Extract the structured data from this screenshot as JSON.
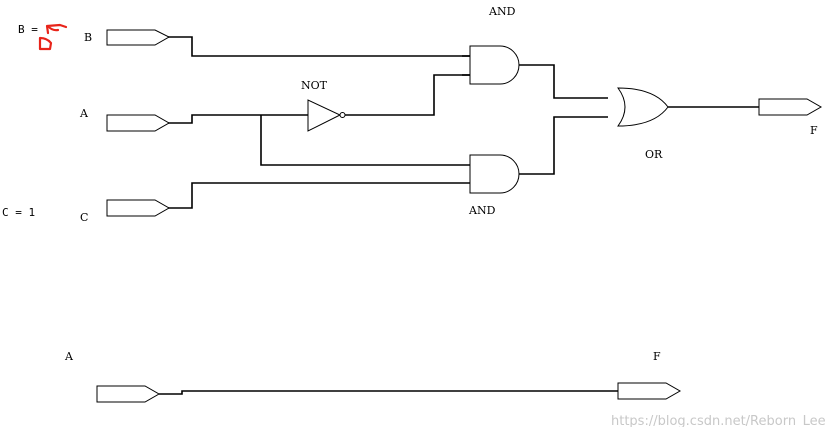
{
  "inputs": {
    "b": "B",
    "a": "A",
    "c": "C"
  },
  "gates": {
    "and_top": "AND",
    "not": "NOT",
    "and_bottom": "AND",
    "or": "OR"
  },
  "outputs": {
    "f": "F"
  },
  "annotations": {
    "b_value": "B =",
    "c_value": "C = 1"
  },
  "simplified": {
    "input_a": "A",
    "output_f": "F"
  },
  "watermark": "https://blog.csdn.net/Reborn_Lee",
  "colors": {
    "wire": "#000000",
    "handwritten_mark": "#e8241a",
    "watermark": "#c8c8c8"
  }
}
